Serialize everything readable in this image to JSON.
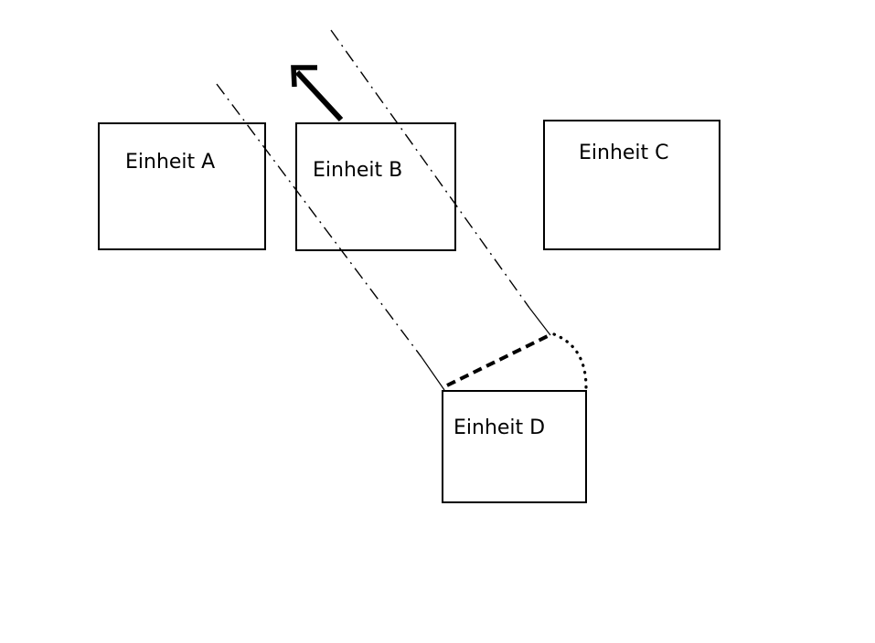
{
  "canvas": {
    "background_color": "#ffffff",
    "ink_color": "#000000"
  },
  "units": [
    {
      "id": "A",
      "label": "Einheit A"
    },
    {
      "id": "B",
      "label": "Einheit B"
    },
    {
      "id": "C",
      "label": "Einheit C"
    },
    {
      "id": "D",
      "label": "Einheit D"
    }
  ],
  "annotations": {
    "arrow_direction": "up-left",
    "line_styles": {
      "left_line": "dash-dot",
      "right_line": "dash-dot",
      "connector_to_peak": "thick-dashed",
      "connector_arc": "dotted"
    }
  }
}
